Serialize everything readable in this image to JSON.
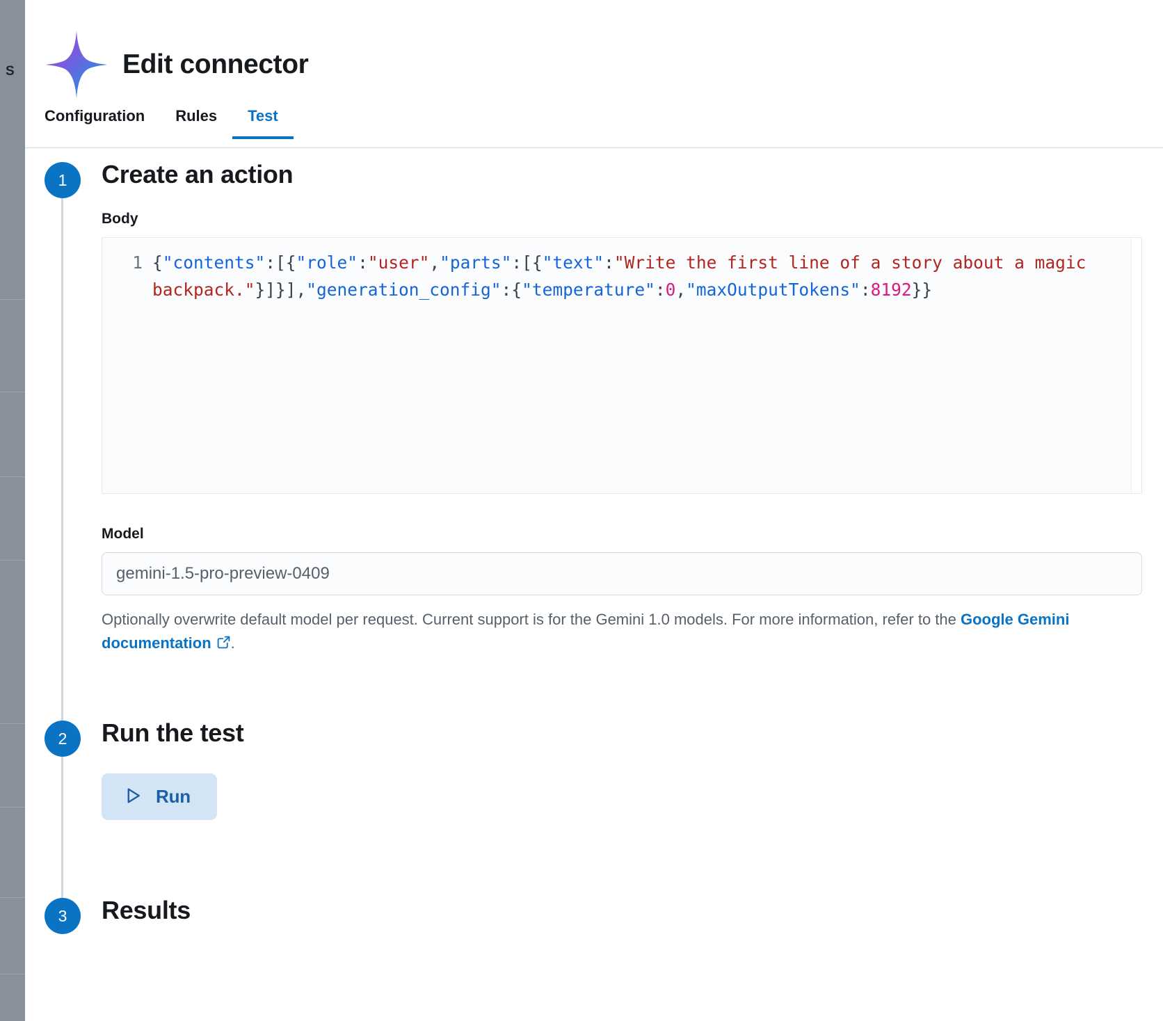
{
  "backdrop": {
    "partial_label": "S"
  },
  "header": {
    "title": "Edit connector",
    "logo_icon": "gemini-sparkle-icon"
  },
  "tabs": [
    {
      "label": "Configuration",
      "active": false
    },
    {
      "label": "Rules",
      "active": false
    },
    {
      "label": "Test",
      "active": true
    }
  ],
  "steps": [
    {
      "number": "1",
      "title": "Create an action"
    },
    {
      "number": "2",
      "title": "Run the test"
    },
    {
      "number": "3",
      "title": "Results"
    }
  ],
  "body_field": {
    "label": "Body",
    "line_number": "1",
    "code_tokens": [
      {
        "t": "{",
        "c": "punc"
      },
      {
        "t": "\"contents\"",
        "c": "key"
      },
      {
        "t": ":[{",
        "c": "punc"
      },
      {
        "t": "\"role\"",
        "c": "key"
      },
      {
        "t": ":",
        "c": "punc"
      },
      {
        "t": "\"user\"",
        "c": "str"
      },
      {
        "t": ",",
        "c": "punc"
      },
      {
        "t": "\"parts\"",
        "c": "key"
      },
      {
        "t": ":[{",
        "c": "punc"
      },
      {
        "t": "\"text\"",
        "c": "key"
      },
      {
        "t": ":",
        "c": "punc"
      },
      {
        "t": "\"Write the first line of a story about a magic backpack.\"",
        "c": "str"
      },
      {
        "t": "}]}],",
        "c": "punc"
      },
      {
        "t": "\"generation_config\"",
        "c": "key"
      },
      {
        "t": ":{",
        "c": "punc"
      },
      {
        "t": "\"temperature\"",
        "c": "key"
      },
      {
        "t": ":",
        "c": "punc"
      },
      {
        "t": "0",
        "c": "num"
      },
      {
        "t": ",",
        "c": "punc"
      },
      {
        "t": "\"maxOutputTokens\"",
        "c": "key"
      },
      {
        "t": ":",
        "c": "punc"
      },
      {
        "t": "8192",
        "c": "num"
      },
      {
        "t": "}}",
        "c": "punc"
      }
    ]
  },
  "model_field": {
    "label": "Model",
    "value": "gemini-1.5-pro-preview-0409",
    "placeholder": "gemini-1.5-pro-preview-0409",
    "helper_prefix": "Optionally overwrite default model per request. Current support is for the Gemini 1.0 models. For more information, refer to the ",
    "link_text": "Google Gemini documentation",
    "link_icon": "external-link-icon",
    "helper_suffix": "."
  },
  "run": {
    "label": "Run",
    "icon": "play-triangle-icon"
  },
  "colors": {
    "accent_blue": "#0a73c4",
    "step_circle": "#0a73c4",
    "run_button_bg": "#d3e5f5",
    "run_button_text": "#1b5fa8",
    "json_key": "#1565d8",
    "json_string": "#b3251f",
    "json_number": "#d81b7d",
    "text_primary": "#16191d",
    "text_muted": "#56606b",
    "rail": "#cfd6de"
  }
}
